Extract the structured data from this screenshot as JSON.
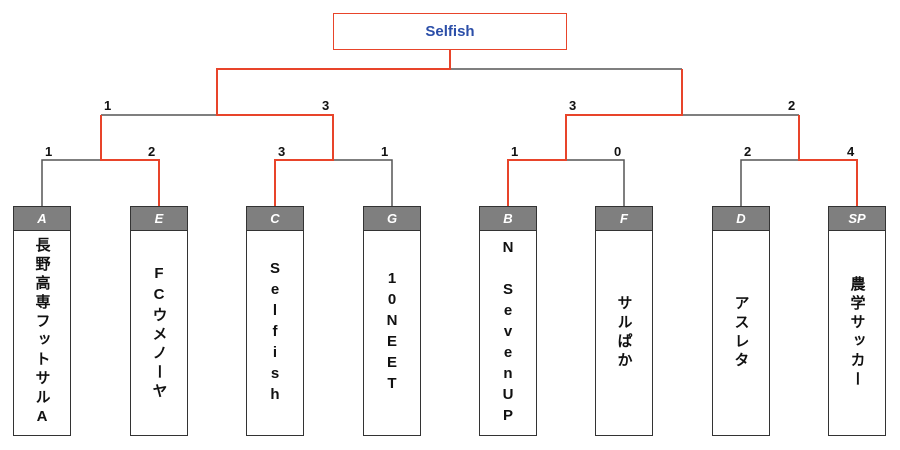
{
  "champion": "Selfish",
  "colors": {
    "win": "#e8442a",
    "line": "#555555",
    "title": "#2b4ea8"
  },
  "teams": [
    {
      "seed": "A",
      "name": "長野高専フットサルA"
    },
    {
      "seed": "E",
      "name": "FCウメノーヤ"
    },
    {
      "seed": "C",
      "name": "Selfish"
    },
    {
      "seed": "G",
      "name": "10NEET"
    },
    {
      "seed": "B",
      "name": "N SevenUP"
    },
    {
      "seed": "F",
      "name": "サルぱか"
    },
    {
      "seed": "D",
      "name": "アスレタ"
    },
    {
      "seed": "SP",
      "name": "農学サッカー"
    }
  ],
  "round1_scores": [
    "1",
    "2",
    "3",
    "1",
    "1",
    "0",
    "2",
    "4"
  ],
  "round2_scores": [
    "1",
    "3",
    "3",
    "2"
  ]
}
